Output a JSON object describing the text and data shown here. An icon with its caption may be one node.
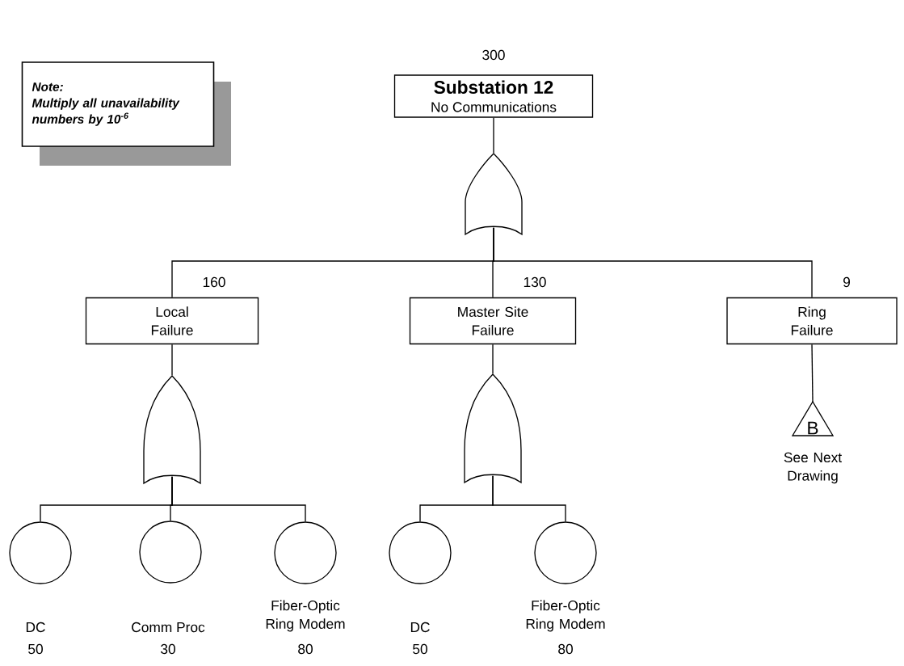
{
  "diagram": {
    "nodes": [
      {
        "text": [
          "Substation 12",
          "No Communications"
        ],
        "beside": [
          "300"
        ]
      },
      {
        "text": [],
        "shape": "gate"
      },
      {
        "text": [
          "Local Failure"
        ],
        "beside": [
          "160"
        ]
      },
      {
        "text": [
          "Master Site Failure"
        ],
        "beside": [
          "130"
        ]
      },
      {
        "text": [
          "Ring Failure"
        ],
        "beside": [
          "9"
        ]
      },
      {
        "text": [],
        "shape": "gate"
      },
      {
        "text": [],
        "shape": "gate"
      },
      {
        "text": [
          "B"
        ],
        "beside": [
          "See Next Drawing"
        ]
      },
      {
        "text": [],
        "shape": "circle",
        "beside": [
          "DC",
          "50"
        ]
      },
      {
        "text": [],
        "shape": "circle",
        "beside": [
          "Comm Proc",
          "30"
        ]
      },
      {
        "text": [],
        "shape": "circle",
        "beside": [
          "Fiber-Optic Ring Modem",
          "80"
        ]
      },
      {
        "text": [],
        "shape": "circle",
        "beside": [
          "DC",
          "50"
        ]
      },
      {
        "text": [],
        "shape": "circle",
        "beside": [
          "Fiber-Optic Ring Modem",
          "80"
        ]
      },
      {
        "text": [
          "Note:",
          "Multiply all unavailability numbers by 10$^{-6}$"
        ]
      }
    ],
    "edges": [
      {
        "from": 0,
        "to": 1,
        "arrow": "none"
      },
      {
        "from": 1,
        "to": 2,
        "arrow": "none"
      },
      {
        "from": 1,
        "to": 3,
        "arrow": "none"
      },
      {
        "from": 1,
        "to": 4,
        "arrow": "none"
      },
      {
        "from": 2,
        "to": 5,
        "arrow": "none"
      },
      {
        "from": 3,
        "to": 6,
        "arrow": "none"
      },
      {
        "from": 4,
        "to": 7,
        "arrow": "none"
      },
      {
        "from": 5,
        "to": 8,
        "arrow": "none"
      },
      {
        "from": 5,
        "to": 9,
        "arrow": "none"
      },
      {
        "from": 5,
        "to": 10,
        "arrow": "none"
      },
      {
        "from": 6,
        "to": 11,
        "arrow": "none"
      },
      {
        "from": 6,
        "to": 12,
        "arrow": "none"
      }
    ]
  }
}
